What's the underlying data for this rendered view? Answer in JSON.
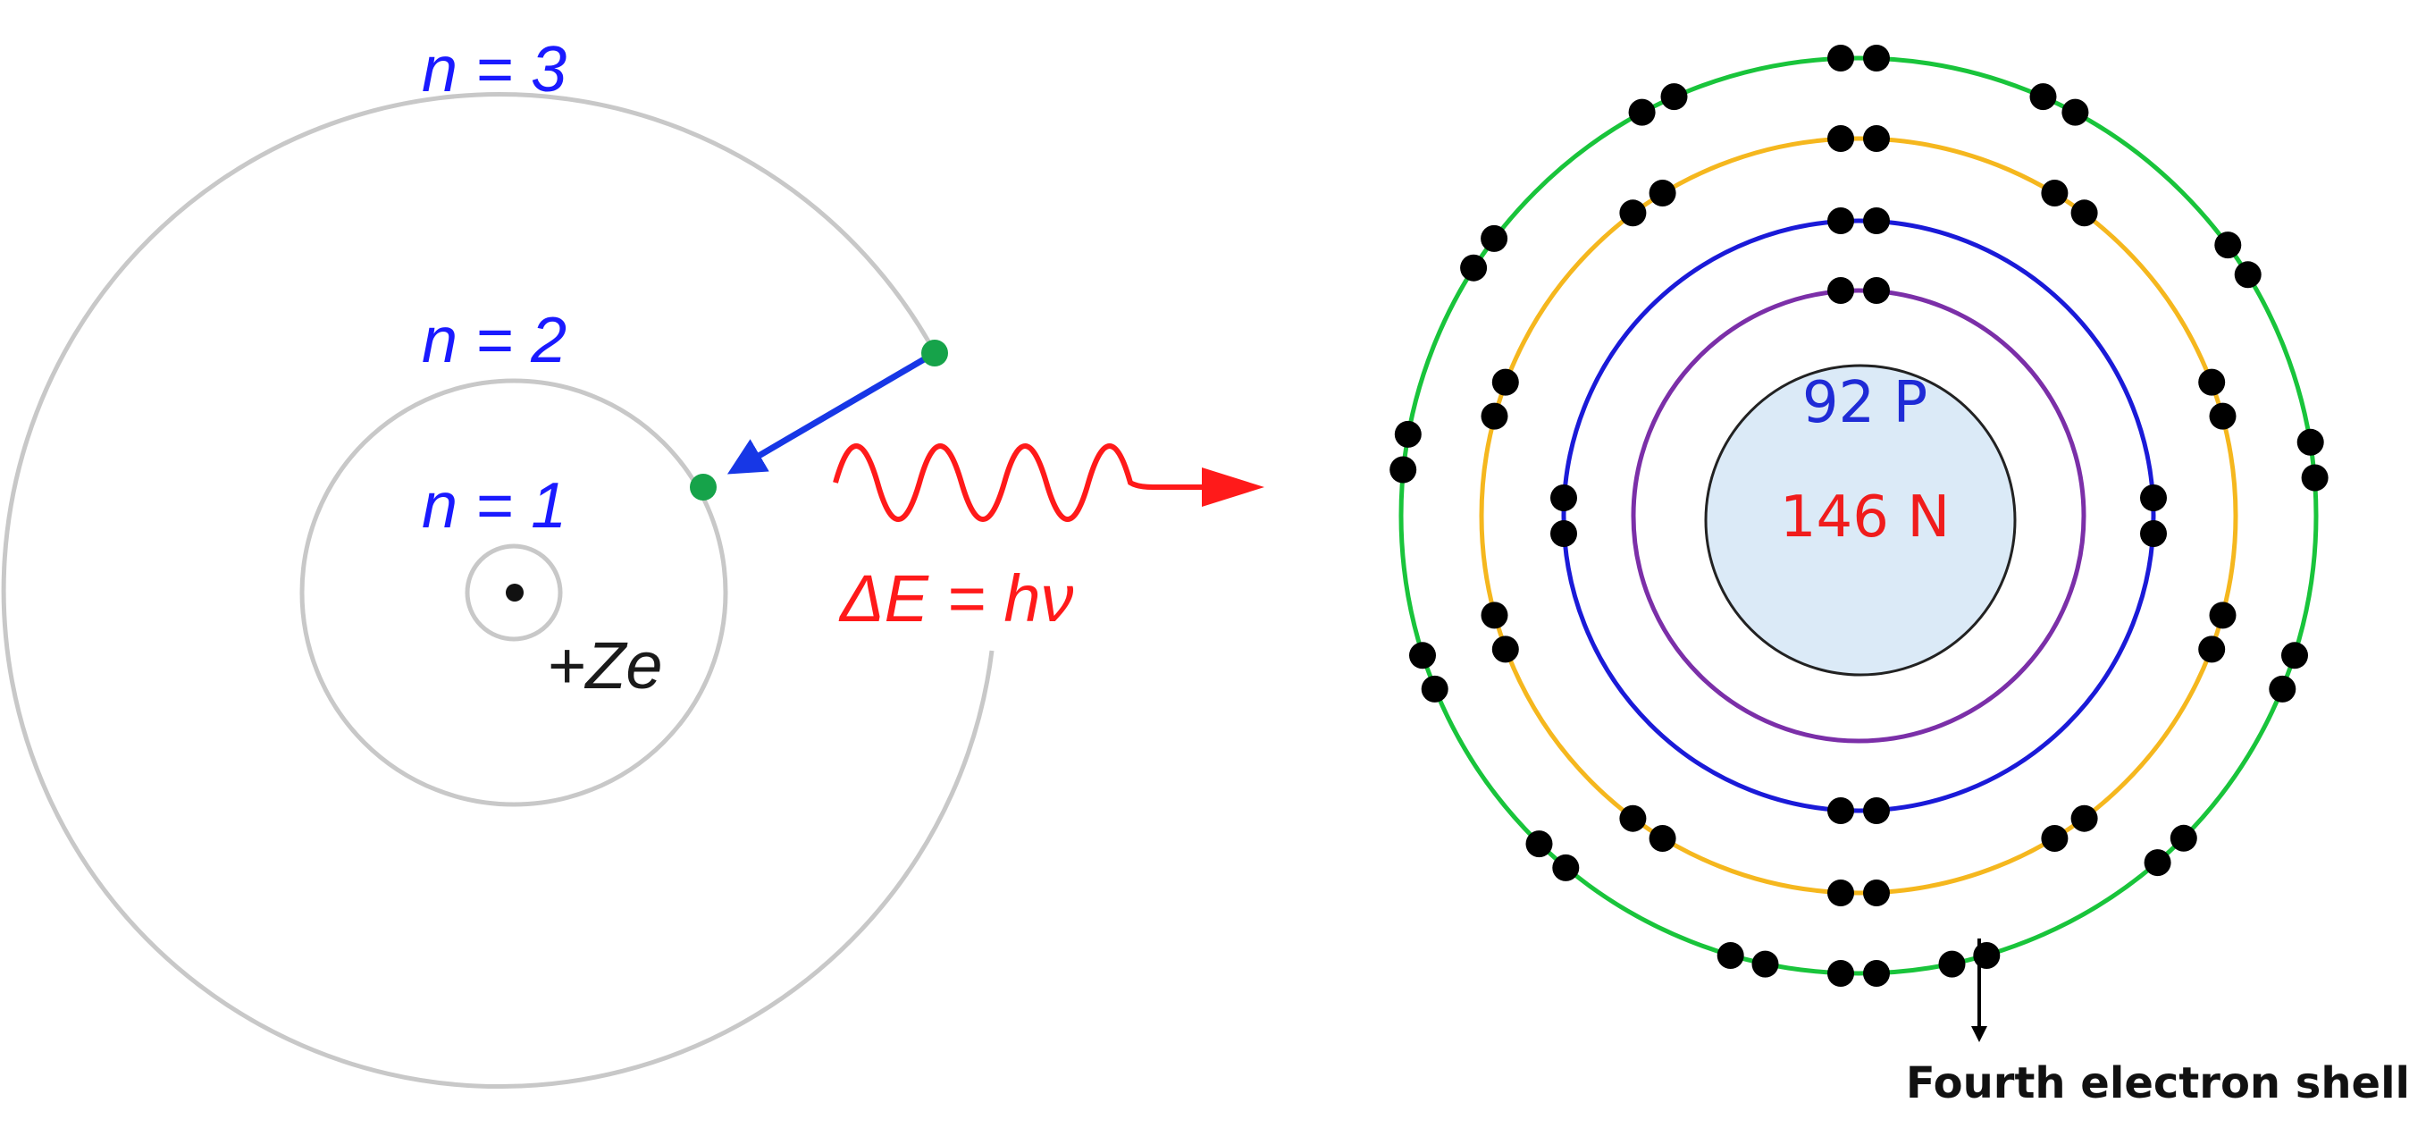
{
  "bohr_model": {
    "orbit_labels": [
      "n = 3",
      "n = 2",
      "n = 1"
    ],
    "nucleus_charge_label": "+Ze",
    "photon_energy_label": "ΔE = hν",
    "colors": {
      "orbit": "#c8c8c8",
      "orbit_label": "#1a1aff",
      "electron": "#16a34a",
      "transition_arrow": "#1737e6",
      "photon": "#ff1a1a",
      "nucleus": "#111111"
    }
  },
  "atom_model": {
    "nucleus_protons_label": "92 P",
    "nucleus_neutrons_label": "146 N",
    "annotation_label": "Fourth electron shell",
    "colors": {
      "nucleus_fill": "#dbeaf7",
      "protons_text": "#1f2bd6",
      "neutrons_text": "#f01c1c",
      "shell_1": "#7b2fa8",
      "shell_2": "#1a1ad8",
      "shell_3": "#f5b71e",
      "shell_4": "#19c43b",
      "electron": "#000000"
    }
  }
}
